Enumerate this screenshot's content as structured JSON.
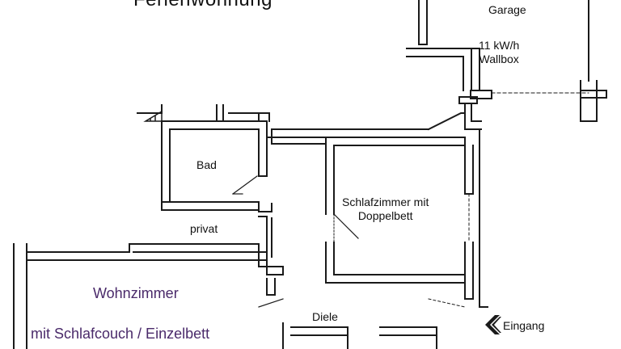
{
  "title": "Ferienwohnung",
  "labels": {
    "garage": "Garage",
    "wallbox_line1": "11 kW/h",
    "wallbox_line2": "Wallbox",
    "bad": "Bad",
    "privat": "privat",
    "schlafzimmer_line1": "Schlafzimmer mit",
    "schlafzimmer_line2": "Doppelbett",
    "wohnzimmer": "Wohnzimmer",
    "wohnzimmer_sub": "mit Schlafcouch / Einzelbett",
    "diele": "Diele",
    "eingang": "Eingang"
  },
  "colors": {
    "wall": "#1a1a1a",
    "wohnzimmer_text": "#4a2a6a",
    "background": "#ffffff"
  }
}
